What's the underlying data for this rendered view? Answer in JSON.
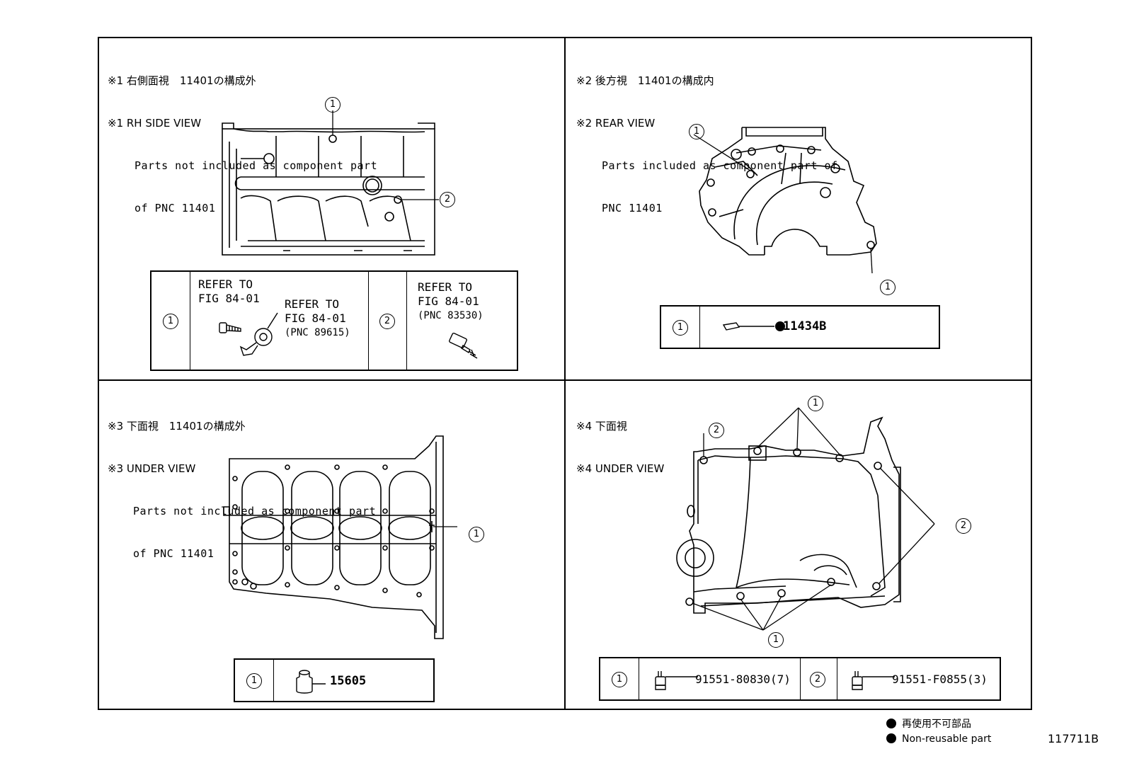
{
  "views": [
    {
      "header_jp": "※1 右側面視　11401の構成外",
      "header_en": "※1 RH SIDE VIEW",
      "note_line1": "Parts not included as component part",
      "note_line2": "of PNC 11401",
      "callouts": {
        "c1": "1",
        "c2": "2"
      },
      "table": {
        "idx1": "1",
        "ref_a_line1": "REFER TO",
        "ref_a_line2": "FIG 84-01",
        "ref_b_line1": "REFER TO",
        "ref_b_line2": "FIG 84-01",
        "ref_b_line3": "(PNC 89615)",
        "idx2": "2",
        "ref_c_line1": "REFER TO",
        "ref_c_line2": "FIG 84-01",
        "ref_c_line3": "(PNC 83530)"
      }
    },
    {
      "header_jp": "※2 後方視　11401の構成内",
      "header_en": "※2 REAR VIEW",
      "note_line1": "Parts included as component part of",
      "note_line2": "PNC 11401",
      "callouts": {
        "c1": "1"
      },
      "table": {
        "idx1": "1",
        "part1": "11434B"
      }
    },
    {
      "header_jp": "※3 下面視　11401の構成外",
      "header_en": "※3 UNDER VIEW",
      "note_line1": "Parts not included as component part",
      "note_line2": "of PNC 11401",
      "callouts": {
        "c1": "1"
      },
      "table": {
        "idx1": "1",
        "part1": "15605"
      }
    },
    {
      "header_jp": "※4 下面視",
      "header_en": "※4 UNDER VIEW",
      "callouts": {
        "c1": "1",
        "c2": "2"
      },
      "table": {
        "idx1": "1",
        "part1": "91551-80830(7)",
        "idx2": "2",
        "part2": "91551-F0855(3)"
      }
    }
  ],
  "legend": {
    "jp": "再使用不可部品",
    "en": "Non-reusable part"
  },
  "figure_id": "117711B"
}
